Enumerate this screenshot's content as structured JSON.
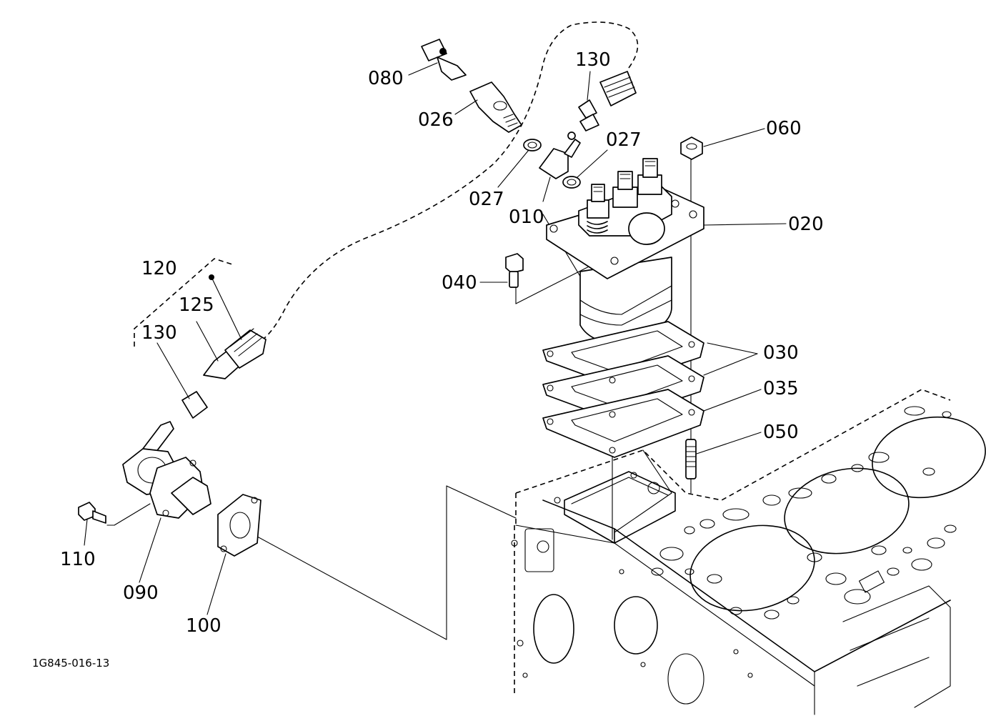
{
  "callouts": {
    "p080": "080",
    "p026": "026",
    "p130_top": "130",
    "p060": "060",
    "p027_right": "027",
    "p027_left": "027",
    "p010": "010",
    "p020": "020",
    "p040": "040",
    "p120": "120",
    "p125": "125",
    "p130_left": "130",
    "p030": "030",
    "p035": "035",
    "p050": "050",
    "p110": "110",
    "p090": "090",
    "p100": "100"
  },
  "figure_code": "1G845-016-13"
}
